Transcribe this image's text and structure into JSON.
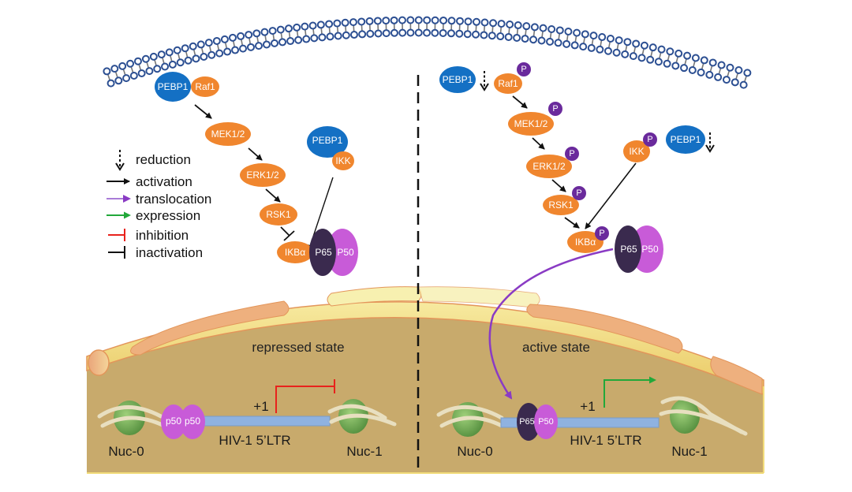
{
  "colors": {
    "pebp1": "#1470c4",
    "kinase": "#f0862e",
    "phospho": "#6a2a9c",
    "p65": "#3a2a4e",
    "p50": "#c85bd8",
    "nucleus": "#c8aa6c",
    "nuclear_envelope": "#f2e08a",
    "dna": "#8fb2e0",
    "membrane_head": "#2c4f92",
    "activation": "#111111",
    "translocation": "#8a3bc4",
    "expression": "#22a83a",
    "inhibition": "#e8221c",
    "inactivation": "#111111"
  },
  "legend": {
    "items": [
      {
        "symbol": "dashed-down-arrow",
        "label": "reduction"
      },
      {
        "symbol": "black-arrow",
        "label": "activation"
      },
      {
        "symbol": "purple-arrow",
        "label": "translocation"
      },
      {
        "symbol": "green-arrow",
        "label": "expression"
      },
      {
        "symbol": "red-tee",
        "label": "inhibition"
      },
      {
        "symbol": "black-tee",
        "label": "inactivation"
      }
    ]
  },
  "left": {
    "state_label": "repressed state",
    "nodes": {
      "pebp1_a": "PEBP1",
      "raf1": "Raf1",
      "mek": "MEK1/2",
      "erk": "ERK1/2",
      "rsk": "RSK1",
      "pebp1_b": "PEBP1",
      "ikk": "IKK",
      "ikba": "IKBα",
      "p65": "P65",
      "p50": "P50"
    },
    "dna": {
      "nuc0": "Nuc-0",
      "nuc1": "Nuc-1",
      "ltr": "HIV-1 5’LTR",
      "tss": "+1",
      "dimer_a": "p50",
      "dimer_b": "p50"
    }
  },
  "right": {
    "state_label": "active state",
    "phospho_label": "P",
    "nodes": {
      "pebp1_a": "PEBP1",
      "raf1": "Raf1",
      "mek": "MEK1/2",
      "erk": "ERK1/2",
      "rsk": "RSK1",
      "ikk": "IKK",
      "pebp1_b": "PEBP1",
      "ikba": "IKBα",
      "p65": "P65",
      "p50": "P50"
    },
    "dna": {
      "nuc0": "Nuc-0",
      "nuc1": "Nuc-1",
      "ltr": "HIV-1 5’LTR",
      "tss": "+1",
      "dimer_a": "P65",
      "dimer_b": "P50"
    }
  }
}
